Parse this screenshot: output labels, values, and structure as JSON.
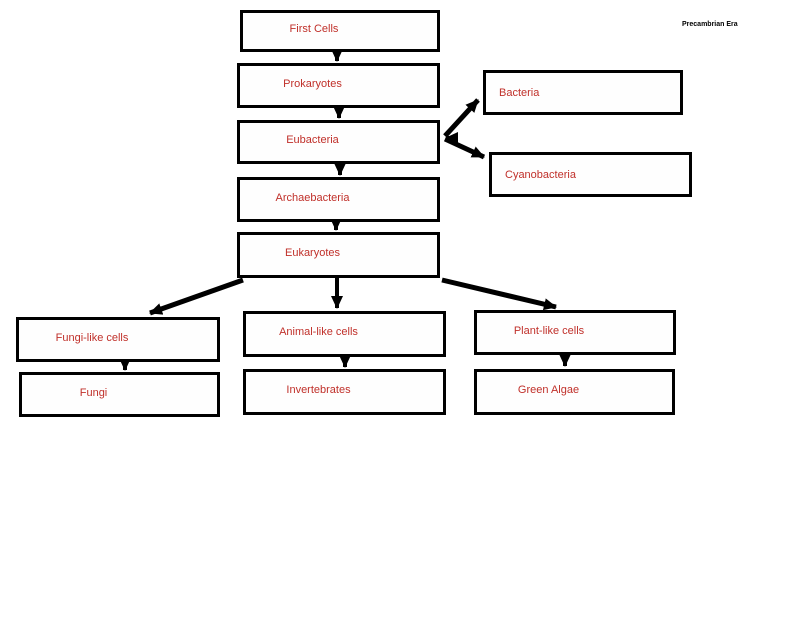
{
  "corner_note": "Precambrian Era",
  "colors": {
    "background": "#ffffff",
    "box_border": "#000000",
    "box_fill": "#fefefe",
    "label_text": "#c0302a",
    "arrow": "#000000",
    "corner_note_text": "#000000"
  },
  "diagram": {
    "type": "flowchart",
    "title": "",
    "nodes": {
      "first_cells": {
        "label": "First Cells"
      },
      "prokaryotes": {
        "label": "Prokaryotes"
      },
      "bacteria": {
        "label": "Bacteria"
      },
      "eubacteria": {
        "label": "Eubacteria"
      },
      "cyanobacteria": {
        "label": "Cyanobacteria"
      },
      "archaebacteria": {
        "label": "Archaebacteria"
      },
      "eukaryotes": {
        "label": "Eukaryotes"
      },
      "fungi_like_cells": {
        "label": "Fungi-like cells"
      },
      "animal_like_cells": {
        "label": "Animal-like cells"
      },
      "plant_like_cells": {
        "label": "Plant-like cells"
      },
      "fungi": {
        "label": "Fungi"
      },
      "invertebrates": {
        "label": "Invertebrates"
      },
      "green_algae": {
        "label": "Green Algae"
      }
    },
    "edges": [
      {
        "from": "first_cells",
        "to": "prokaryotes"
      },
      {
        "from": "prokaryotes",
        "to": "eubacteria"
      },
      {
        "from": "eubacteria",
        "to": "bacteria"
      },
      {
        "from": "eubacteria",
        "to": "cyanobacteria"
      },
      {
        "from": "eubacteria",
        "to": "archaebacteria"
      },
      {
        "from": "archaebacteria",
        "to": "eukaryotes"
      },
      {
        "from": "eukaryotes",
        "to": "fungi_like_cells"
      },
      {
        "from": "eukaryotes",
        "to": "animal_like_cells"
      },
      {
        "from": "eukaryotes",
        "to": "plant_like_cells"
      },
      {
        "from": "fungi_like_cells",
        "to": "fungi"
      },
      {
        "from": "animal_like_cells",
        "to": "invertebrates"
      },
      {
        "from": "plant_like_cells",
        "to": "green_algae"
      }
    ]
  }
}
